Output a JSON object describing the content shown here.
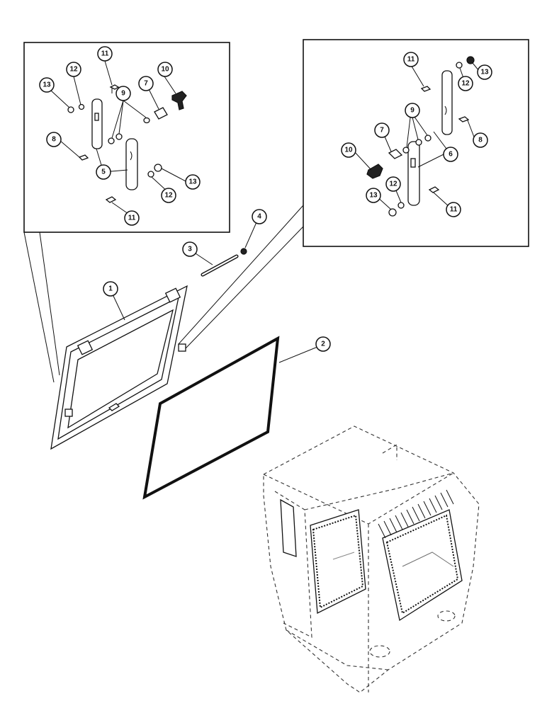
{
  "diagram": {
    "callouts_left": [
      "11",
      "12",
      "13",
      "7",
      "10",
      "9",
      "8",
      "5",
      "12",
      "13",
      "11"
    ],
    "callouts_right": [
      "11",
      "13",
      "12",
      "9",
      "7",
      "8",
      "10",
      "6",
      "13",
      "12",
      "11"
    ],
    "callouts_main": [
      "1",
      "2",
      "3",
      "4"
    ]
  }
}
